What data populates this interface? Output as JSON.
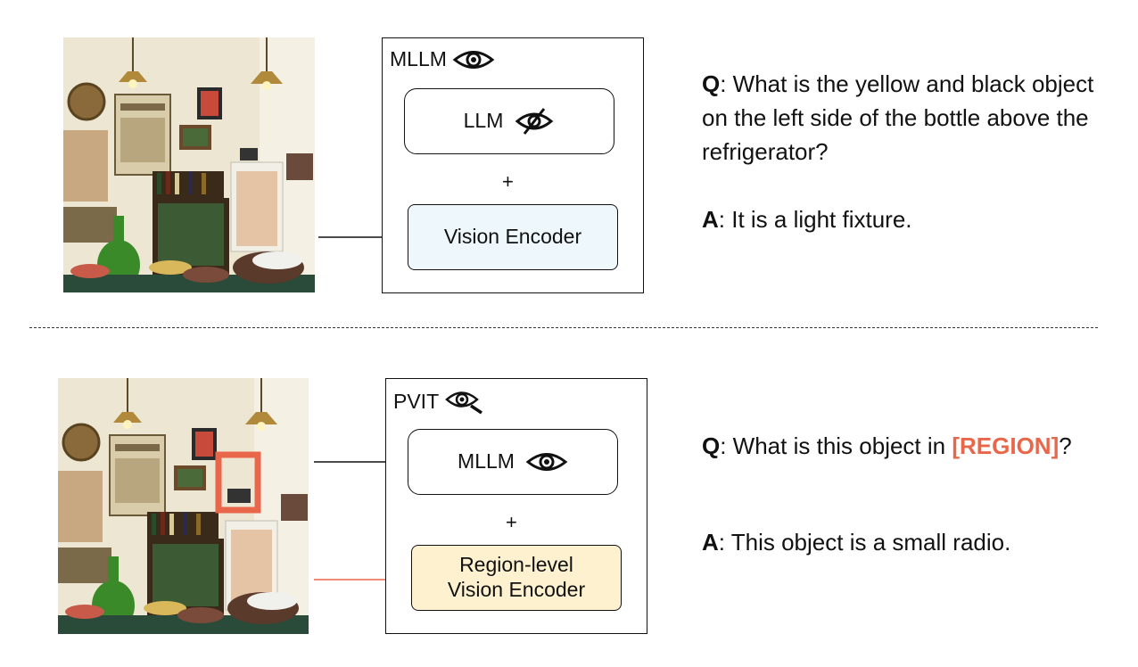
{
  "top": {
    "panel_title": "MLLM",
    "llm_label": "LLM",
    "plus": "+",
    "encoder_label": "Vision Encoder",
    "q_prefix": "Q",
    "question": ": What is the yellow and black object on the left side of the bottle above the refrigerator?",
    "a_prefix": "A",
    "answer": ": It is a light fixture.",
    "colors": {
      "encoder_fill": "#eef8fc",
      "arrow": "#111111"
    },
    "icons": {
      "title_icon": "eye-icon",
      "llm_icon": "eye-slash-icon"
    }
  },
  "bottom": {
    "panel_title": "PVIT",
    "mllm_label": "MLLM",
    "plus": "+",
    "encoder_label_line1": "Region-level",
    "encoder_label_line2": "Vision Encoder",
    "q_prefix": "Q",
    "question_start": ": What is this object in ",
    "region_token": "[REGION]",
    "question_end": "?",
    "a_prefix": "A",
    "answer": ": This object is a small radio.",
    "colors": {
      "encoder_fill": "#fdf1cf",
      "region": "#e8664a",
      "region_arrow": "#e8664a"
    },
    "icons": {
      "title_icon": "magnifier-eye-icon",
      "mllm_icon": "eye-icon"
    }
  }
}
